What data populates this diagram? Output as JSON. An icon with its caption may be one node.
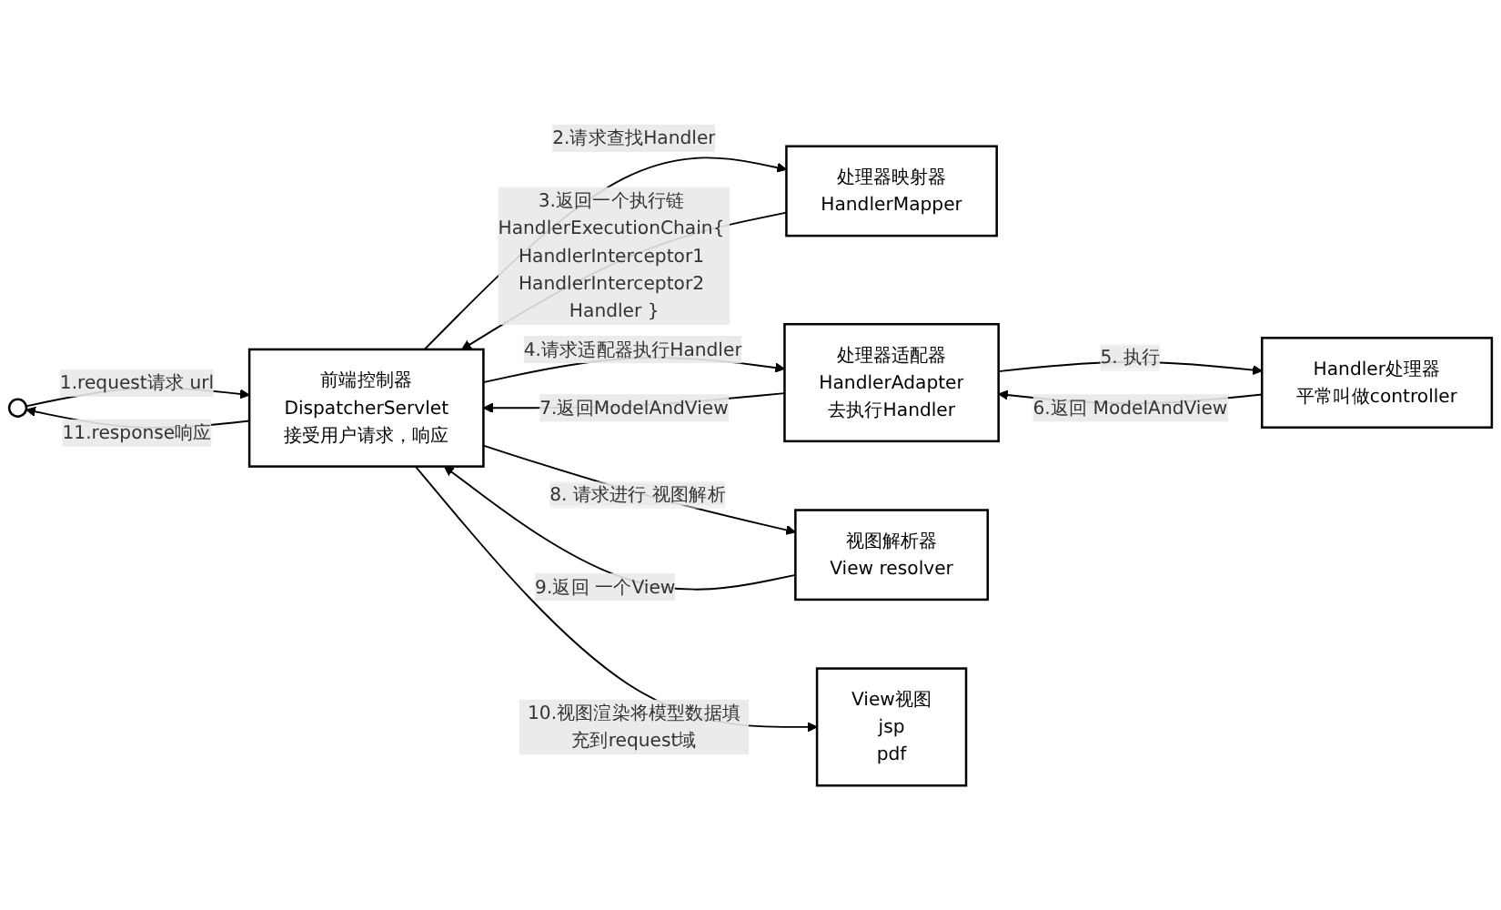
{
  "diagram": {
    "nodes": [
      {
        "text": [],
        "shape": "person"
      },
      {
        "text": [
          "前端控制器",
          "DispatcherServlet",
          "接受用户请求，响应"
        ]
      },
      {
        "text": [
          "处理器映射器",
          "HandlerMapper"
        ]
      },
      {
        "text": [
          "Handler处理器",
          "平常叫做controller"
        ]
      },
      {
        "text": [
          "处理器适配器",
          "HandlerAdapter",
          "去执行Handler"
        ]
      },
      {
        "text": [
          "视图解析器",
          "View resolver"
        ]
      },
      {
        "text": [
          "View视图",
          "jsp",
          "pdf"
        ]
      }
    ],
    "edges": [
      {
        "from": 0,
        "to": 1,
        "arrow": "to",
        "label": "1.request请求 url"
      },
      {
        "from": 1,
        "to": 0,
        "arrow": "to",
        "label": "11.response响应"
      },
      {
        "from": 1,
        "to": 2,
        "arrow": "to",
        "label": "2.请求查找Handler"
      },
      {
        "from": 2,
        "to": 1,
        "arrow": "to",
        "label": "3.返回一个执行链 HandlerExecutionChain{ HandlerInterceptor1 HandlerInterceptor2 Handler }"
      },
      {
        "from": 1,
        "to": 4,
        "arrow": "to",
        "label": "4.请求适配器执行Handler"
      },
      {
        "from": 4,
        "to": 3,
        "arrow": "to",
        "label": "5. 执行"
      },
      {
        "from": 3,
        "to": 4,
        "arrow": "to",
        "label": "6.返回 ModelAndView"
      },
      {
        "from": 4,
        "to": 1,
        "arrow": "to",
        "label": "7.返回ModelAndView"
      },
      {
        "from": 1,
        "to": 5,
        "arrow": "to",
        "label": "8. 请求进行 视图解析"
      },
      {
        "from": 5,
        "to": 1,
        "arrow": "to",
        "label": "9.返回 一个View"
      },
      {
        "from": 1,
        "to": 6,
        "arrow": "to",
        "label": "10.视图渲染将模型数据填充到request域"
      }
    ]
  }
}
